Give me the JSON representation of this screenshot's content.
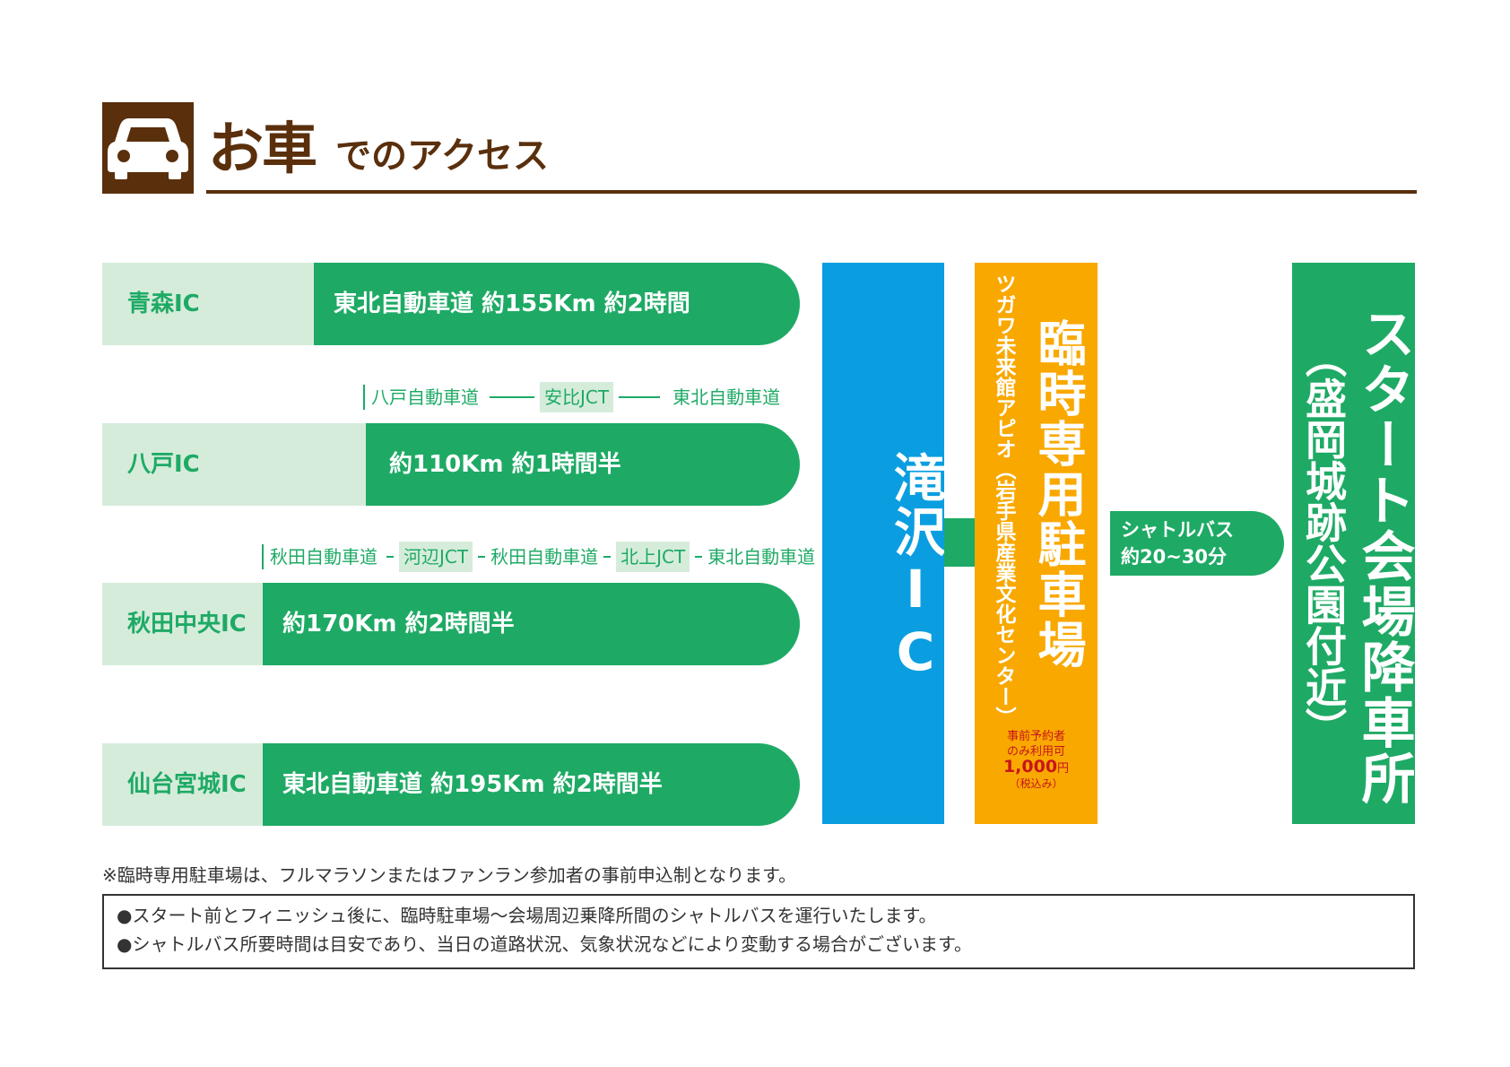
{
  "header": {
    "title_main": "お車",
    "title_sub": "でのアクセス",
    "icon": "car-icon"
  },
  "routes": [
    {
      "ic": "青森IC",
      "info": "東北自動車道 約155Km 約2時間"
    },
    {
      "ic": "八戸IC",
      "info": "約110Km 約1時間半",
      "via": [
        "八戸自動車道",
        "安比JCT",
        "東北自動車道"
      ]
    },
    {
      "ic": "秋田中央IC",
      "info": "約170Km 約2時間半",
      "via": [
        "秋田自動車道",
        "河辺JCT",
        "秋田自動車道",
        "北上JCT",
        "東北自動車道"
      ]
    },
    {
      "ic": "仙台宮城IC",
      "info": "東北自動車道 約195Km 約2時間半"
    }
  ],
  "takizawa": {
    "name": "滝沢IC"
  },
  "parking": {
    "name": "臨時専用駐車場",
    "venue": "ツガワ未来館アピオ（岩手県産業文化センター）",
    "note_line1": "事前予約者",
    "note_line2": "のみ利用可",
    "price": "1,000",
    "price_unit": "円",
    "tax": "（税込み）"
  },
  "shuttle": {
    "line1": "シャトルバス",
    "line2": "約20~30分"
  },
  "start": {
    "name": "スタート会場降車所",
    "sub": "（盛岡城跡公園付近）"
  },
  "footnote": "※臨時専用駐車場は、フルマラソンまたはファンラン参加者の事前申込制となります。",
  "notes": [
    "●スタート前とフィニッシュ後に、臨時駐車場～会場周辺乗降所間のシャトルバスを運行いたします。",
    "●シャトルバス所要時間は目安であり、当日の道路状況、気象状況などにより変動する場合がございます。"
  ],
  "colors": {
    "brown": "#5a2f0c",
    "green": "#1eaa65",
    "light_green": "#d6ecdb",
    "blue": "#0a9ee0",
    "orange": "#f9a800",
    "red": "#c8151b"
  }
}
